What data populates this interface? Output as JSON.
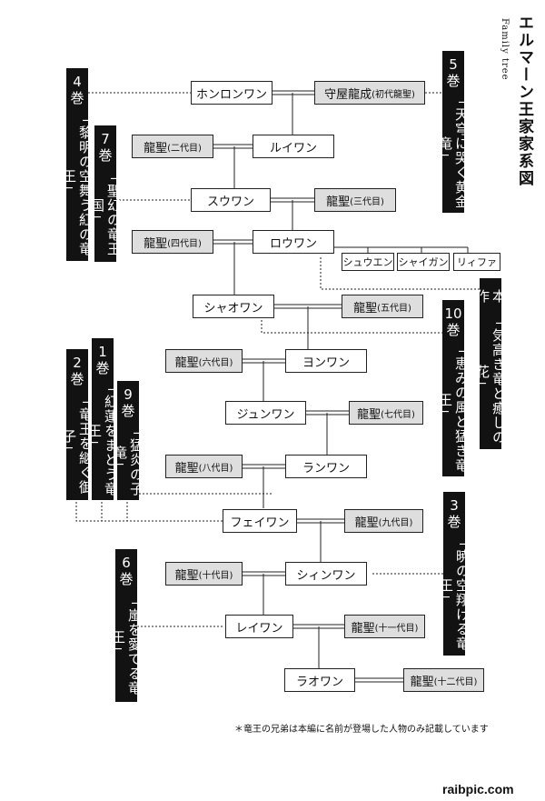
{
  "title": "エルマーン王家家系図",
  "title_en": "Family tree",
  "family": {
    "honronwan": "ホンロンワン",
    "ryuseiShoDai": "守屋龍成",
    "ryuseiShoDaiSub": "(初代龍聖)",
    "ruiwan": "ルイワン",
    "ryusei2": "龍聖",
    "ryusei2Sub": "(二代目)",
    "suwan": "スウワン",
    "ryusei3": "龍聖",
    "ryusei3Sub": "(三代目)",
    "rowan": "ロウワン",
    "ryusei4": "龍聖",
    "ryusei4Sub": "(四代目)",
    "shuuen": "シュウエン",
    "shaigan": "シャイガン",
    "rifa": "リィファ",
    "shaowan": "シャオワン",
    "ryusei5": "龍聖",
    "ryusei5Sub": "(五代目)",
    "yonwan": "ヨンワン",
    "ryusei6": "龍聖",
    "ryusei6Sub": "(六代目)",
    "junwan": "ジュンワン",
    "ryusei7": "龍聖",
    "ryusei7Sub": "(七代目)",
    "ranwan": "ランワン",
    "ryusei8": "龍聖",
    "ryusei8Sub": "(八代目)",
    "feiwan": "フェイワン",
    "ryusei9": "龍聖",
    "ryusei9Sub": "(九代目)",
    "shinwan": "シィンワン",
    "ryusei10": "龍聖",
    "ryusei10Sub": "(十代目)",
    "reiwan": "レイワン",
    "ryusei11": "龍聖",
    "ryusei11Sub": "(十一代目)",
    "raowan": "ラオワン",
    "ryusei12": "龍聖",
    "ryusei12Sub": "(十二代目)"
  },
  "volumes": {
    "v1": {
      "num": "1",
      "unit": "巻",
      "title": "「紅蓮をまとう竜王」"
    },
    "v2": {
      "num": "2",
      "unit": "巻",
      "title": "「竜王を継ぐ御子」"
    },
    "v3": {
      "num": "3",
      "unit": "巻",
      "title": "「暁の空翔ける竜王」"
    },
    "v4": {
      "num": "4",
      "unit": "巻",
      "title": "「黎明の空舞う紅の竜王」"
    },
    "v5": {
      "num": "5",
      "unit": "巻",
      "title": "「天穹に哭く黄金竜」"
    },
    "v6": {
      "num": "6",
      "unit": "巻",
      "title": "「嵐を愛でる竜王」"
    },
    "v7": {
      "num": "7",
      "unit": "巻",
      "title": "「聖幻の竜王国」"
    },
    "v9": {
      "num": "9",
      "unit": "巻",
      "title": "「猛炎の子竜」"
    },
    "v10": {
      "num": "10",
      "unit": "巻",
      "title": "「恵みの風と猛き竜王」"
    },
    "honsaku": {
      "num": "",
      "unit": "本作",
      "title": "「気高き竜と癒しの花」"
    }
  },
  "note": "＊竜王の兄弟は本編に名前が登場した人物のみ記載しています",
  "watermark": "raibpic.com"
}
